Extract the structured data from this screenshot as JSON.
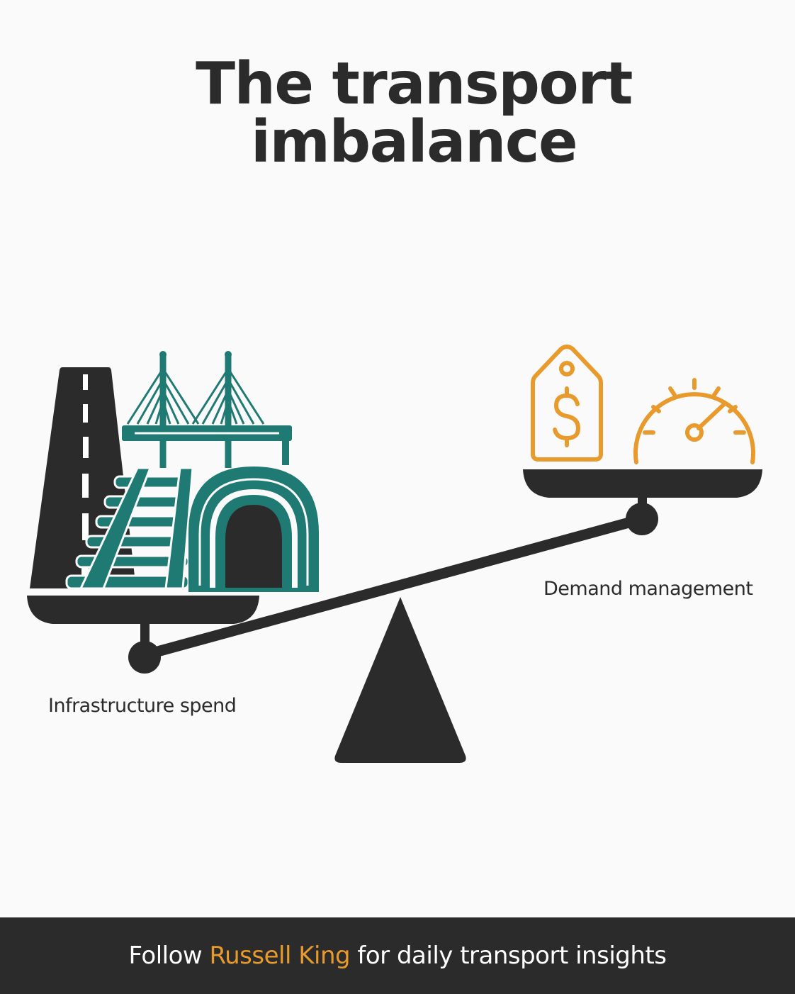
{
  "title": "The transport imbalance",
  "left_pan": {
    "label": "Infrastructure spend",
    "icons": [
      "road-icon",
      "cable-stayed-bridge-icon",
      "railway-track-icon",
      "tunnel-icon"
    ]
  },
  "right_pan": {
    "label": "Demand management",
    "icons": [
      "price-tag-dollar-icon",
      "speedometer-icon"
    ]
  },
  "footer": {
    "prefix": "Follow ",
    "name": "Russell King",
    "suffix": " for daily transport insights"
  },
  "colors": {
    "dark": "#2b2b2b",
    "teal": "#1f7a73",
    "orange": "#e89a2c",
    "background": "#fafafa"
  }
}
